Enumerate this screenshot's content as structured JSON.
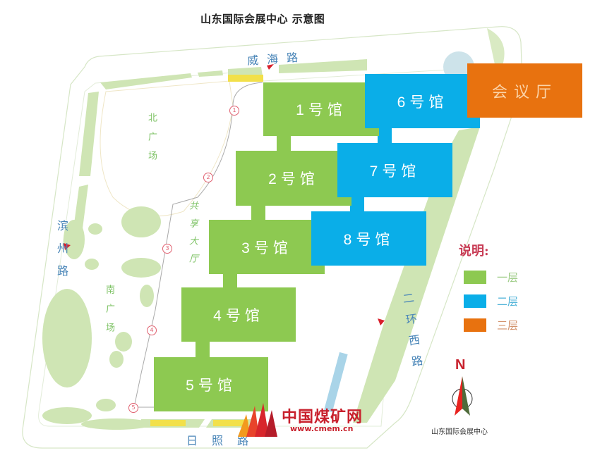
{
  "title": "山东国际会展中心 示意图",
  "roads": {
    "north": "威海路",
    "west": "滨州路",
    "south": "日照路",
    "east": "二环西路"
  },
  "plazas": {
    "north": "北广场",
    "south": "南广场",
    "hall": "共享大厅"
  },
  "halls": [
    {
      "id": "1",
      "label": "1号馆",
      "floor": "一层"
    },
    {
      "id": "2",
      "label": "2号馆",
      "floor": "一层"
    },
    {
      "id": "3",
      "label": "3号馆",
      "floor": "一层"
    },
    {
      "id": "4",
      "label": "4号馆",
      "floor": "一层"
    },
    {
      "id": "5",
      "label": "5号馆",
      "floor": "一层"
    },
    {
      "id": "6",
      "label": "6号馆",
      "floor": "二层"
    },
    {
      "id": "7",
      "label": "7号馆",
      "floor": "二层"
    },
    {
      "id": "8",
      "label": "8号馆",
      "floor": "二层"
    },
    {
      "id": "conference",
      "label": "会议厅",
      "floor": "三层"
    }
  ],
  "legend": {
    "title": "说明:",
    "items": [
      {
        "label": "一层",
        "color": "#8dc951"
      },
      {
        "label": "二层",
        "color": "#0aaee8"
      },
      {
        "label": "三层",
        "color": "#e8720f"
      }
    ]
  },
  "route_markers": [
    "1",
    "2",
    "3",
    "4",
    "5"
  ],
  "compass": {
    "north_label": "N",
    "caption": "山东国际会展中心"
  },
  "watermark": {
    "name": "中国煤矿网",
    "url": "www.cmem.cn"
  },
  "colors": {
    "floor1": "#8dc951",
    "floor2": "#0aaee8",
    "floor3": "#e8720f",
    "greenbelt": "#cfe5b4",
    "road_text": "#4a86b8"
  }
}
